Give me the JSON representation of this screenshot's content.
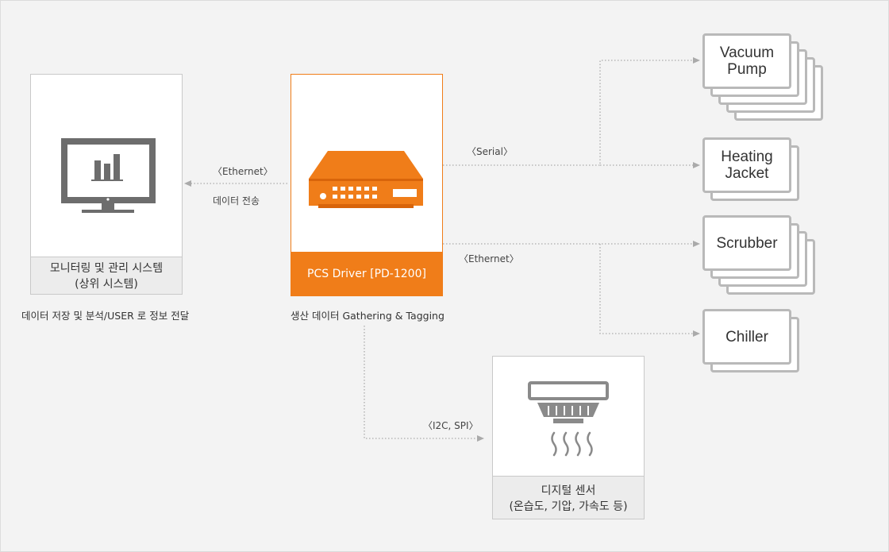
{
  "upper_system": {
    "caption_line1": "모니터링 및 관리 시스템",
    "caption_line2": "(상위 시스템)",
    "note": "데이터 저장 및 분석/USER 로 정보 전달",
    "icon": "monitor-chart-icon"
  },
  "driver": {
    "caption": "PCS Driver [PD-1200]",
    "note": "생산 데이터  Gathering & Tagging",
    "icon": "network-device-icon"
  },
  "sensor": {
    "caption_line1": "디지털 센서",
    "caption_line2": "(온습도, 기압, 가속도 등)",
    "icon": "sensor-icon"
  },
  "links": {
    "to_upper_protocol": "〈Ethernet〉",
    "to_upper_desc": "데이터 전송",
    "serial": "〈Serial〉",
    "ethernet": "〈Ethernet〉",
    "sensor": "〈I2C, SPI〉"
  },
  "equipment": [
    {
      "label_line1": "Vacuum",
      "label_line2": "Pump"
    },
    {
      "label_line1": "Heating",
      "label_line2": "Jacket"
    },
    {
      "label_line1": "Scrubber",
      "label_line2": ""
    },
    {
      "label_line1": "Chiller",
      "label_line2": ""
    }
  ],
  "colors": {
    "accent": "#f07d19",
    "accent_dark": "#d8640a",
    "background": "#f3f3f3",
    "device_border": "#b9b9b9",
    "icon_gray": "#6d6d6d",
    "connector": "#aaaaaa"
  }
}
